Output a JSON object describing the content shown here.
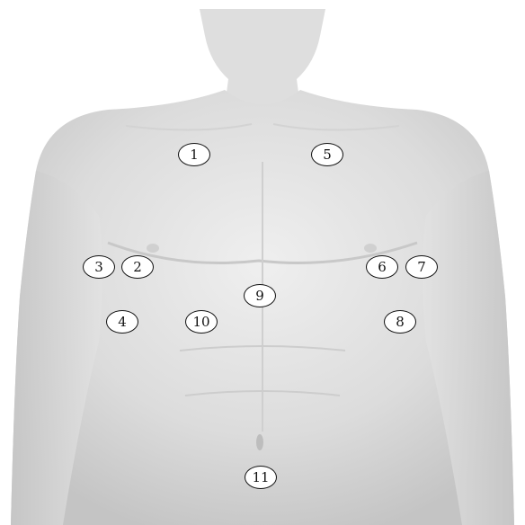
{
  "image": {
    "subject": "male-torso-front",
    "colors": {
      "background": "#ffffff",
      "skin_light": "#ececec",
      "skin_mid": "#d6d6d6",
      "skin_shadow": "#bdbdbd",
      "marker_border": "#111111",
      "marker_fill": "#ffffff"
    }
  },
  "markers": [
    {
      "id": "1",
      "label": "1"
    },
    {
      "id": "2",
      "label": "2"
    },
    {
      "id": "3",
      "label": "3"
    },
    {
      "id": "4",
      "label": "4"
    },
    {
      "id": "5",
      "label": "5"
    },
    {
      "id": "6",
      "label": "6"
    },
    {
      "id": "7",
      "label": "7"
    },
    {
      "id": "8",
      "label": "8"
    },
    {
      "id": "9",
      "label": "9"
    },
    {
      "id": "10",
      "label": "10"
    },
    {
      "id": "11",
      "label": "11"
    }
  ]
}
